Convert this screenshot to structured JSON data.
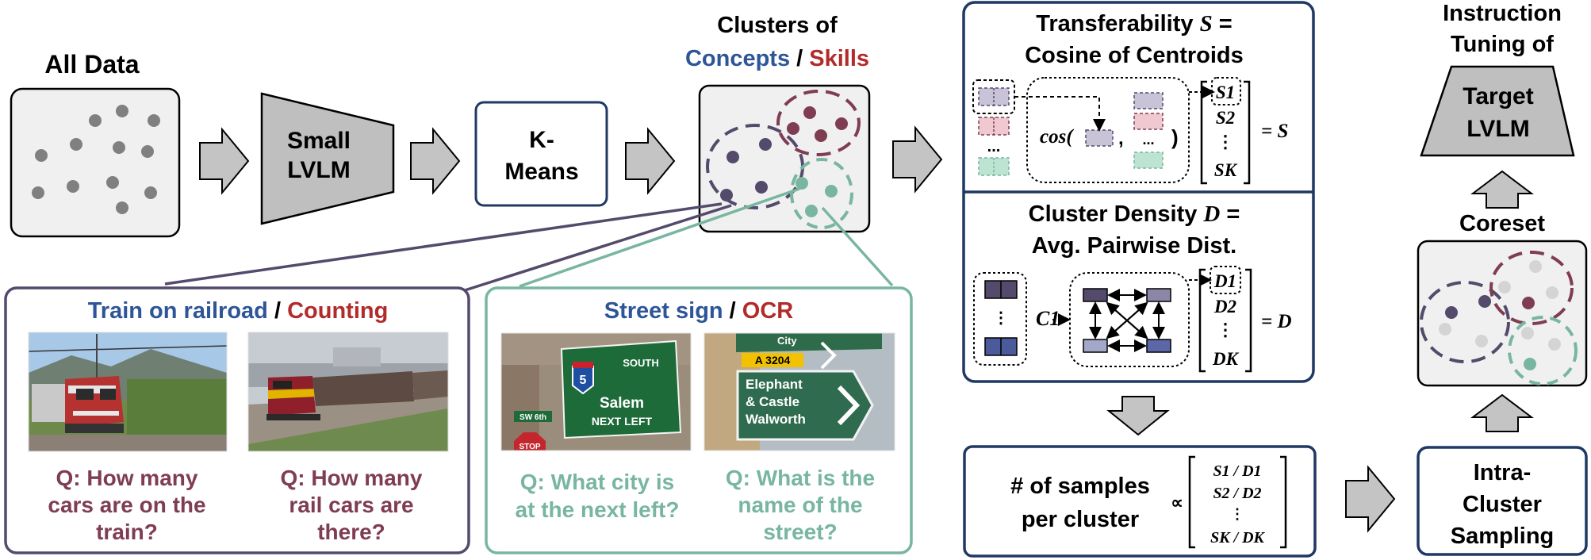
{
  "colors": {
    "navy": "#1f3864",
    "concept_blue": "#2e5597",
    "skill_red": "#b22b2b",
    "concept_purple": "#544a6b",
    "skill_maroon": "#7f3d52",
    "teal": "#78b6a0",
    "gray_fill": "#f0f0f0",
    "arrow_gray": "#c4c4c4",
    "dot_gray": "#808080"
  },
  "all_data": {
    "title": "All Data"
  },
  "small_lvlm": {
    "line1": "Small",
    "line2": "LVLM"
  },
  "kmeans": {
    "line1": "K-",
    "line2": "Means"
  },
  "clusters": {
    "line1": "Clusters of",
    "concepts": "Concepts",
    "sep": " / ",
    "skills": "Skills"
  },
  "transfer": {
    "line1_text": "Transferability ",
    "line1_var": "S",
    "line1_eq": " =",
    "line2": "Cosine of Centroids",
    "cos": "cos(",
    "comma": ",",
    "close": ")",
    "dots": "...",
    "vec": [
      "S1",
      "S2",
      "⋮",
      "SK"
    ],
    "eq": "= S"
  },
  "density": {
    "line1_text": "Cluster Density ",
    "line1_var": "D",
    "line1_eq": " =",
    "line2": "Avg. Pairwise Dist.",
    "c1": "C1",
    "vec": [
      "D1",
      "D2",
      "⋮",
      "DK"
    ],
    "eq": "= D"
  },
  "samples": {
    "line1": "# of samples",
    "line2": "per cluster",
    "prop": "∝",
    "vec": [
      "S1 / D1",
      "S2 / D2",
      "⋮",
      "SK / DK"
    ]
  },
  "instruction": {
    "line1": "Instruction",
    "line2": "Tuning of"
  },
  "target": {
    "line1": "Target",
    "line2": "LVLM"
  },
  "coreset": {
    "title": "Coreset"
  },
  "intra": {
    "line1": "Intra-",
    "line2": "Cluster",
    "line3": "Sampling"
  },
  "panel_train": {
    "concept": "Train on railroad",
    "sep": " / ",
    "skill": "Counting",
    "q1": [
      "Q: How many",
      "cars are on the",
      "train?"
    ],
    "q2": [
      "Q: How many",
      "rail cars are",
      "there?"
    ]
  },
  "panel_sign": {
    "concept": "Street sign",
    "sep": " / ",
    "skill": "OCR",
    "q1": [
      "Q: What city is",
      "at the next left?"
    ],
    "q2": [
      "Q: What is the",
      "name of the",
      "street?"
    ],
    "sign1": {
      "dir": "SOUTH",
      "route": "5",
      "city": "Salem",
      "where": "NEXT LEFT",
      "small": "SW 6th",
      "stop": "STOP"
    },
    "sign2": {
      "road": "A 3204",
      "top": "City",
      "l1": "Elephant",
      "l2": "& Castle",
      "l3": "Walworth"
    }
  }
}
